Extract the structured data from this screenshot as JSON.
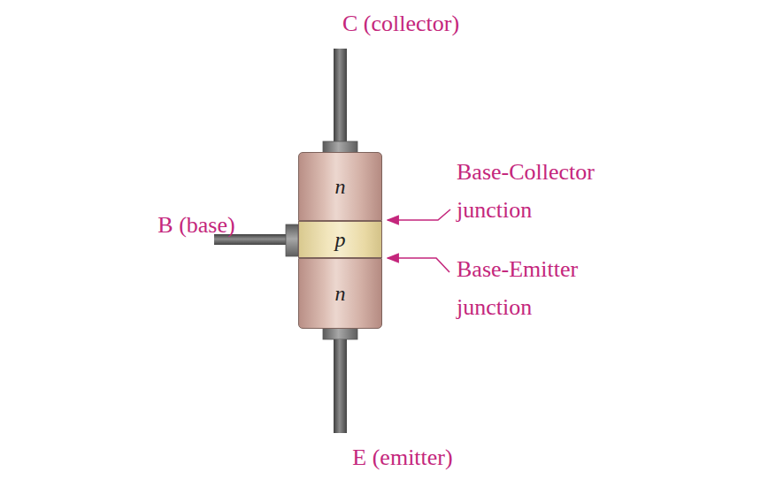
{
  "diagram": {
    "nodes": [
      {
        "text": [
          "n"
        ]
      },
      {
        "text": [
          "p"
        ]
      },
      {
        "text": [
          "n"
        ]
      }
    ],
    "labels": [
      "C (collector)",
      "B (base)",
      "Base-Collector junction",
      "Base-Emitter junction",
      "E (emitter)"
    ]
  }
}
